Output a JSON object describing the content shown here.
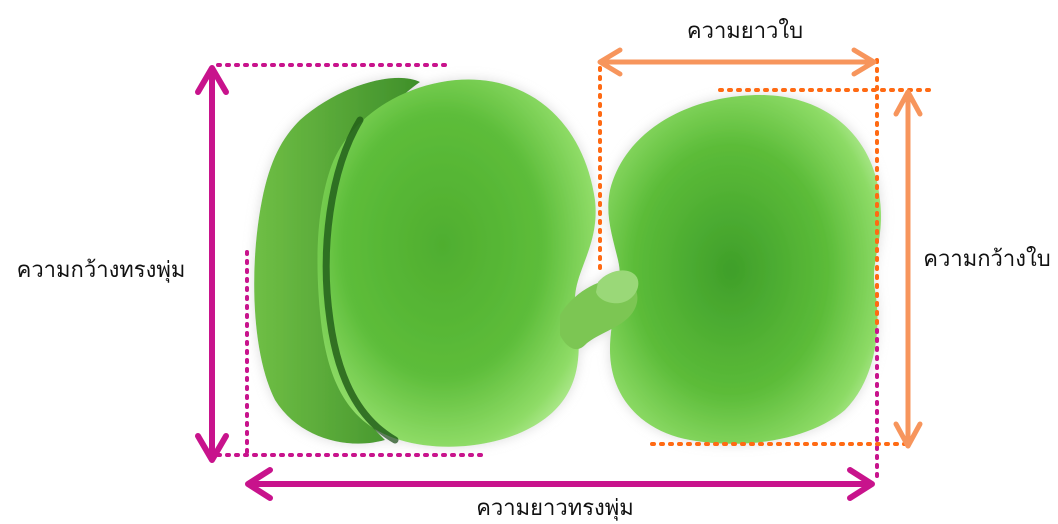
{
  "labels": {
    "leaf_length": "ความยาวใบ",
    "leaf_width": "ความกว้างใบ",
    "canopy_width": "ความกว้างทรงพุ่ม",
    "canopy_length": "ความยาวทรงพุ่ม"
  },
  "colors": {
    "canopy_measure": "#c8138c",
    "leaf_measure_box": "#ff6a13",
    "leaf_measure_arrow": "#f7955c",
    "leaf_green": "#57b23a",
    "leaf_dark": "#2f7d22",
    "leaf_light": "#8fdc67",
    "text": "#111111"
  }
}
